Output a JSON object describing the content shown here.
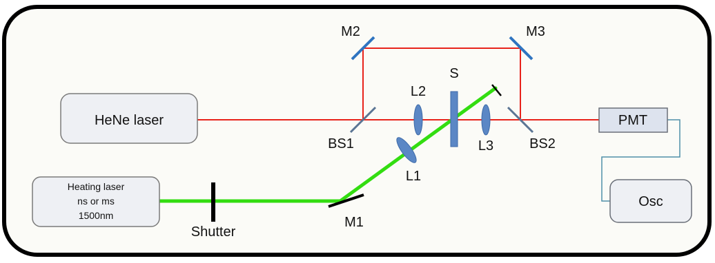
{
  "labels": {
    "hene": "HeNe laser",
    "heating_line1": "Heating laser",
    "heating_line2": "ns or ms",
    "heating_line3": "1500nm",
    "shutter": "Shutter",
    "m1": "M1",
    "m2": "M2",
    "m3": "M3",
    "bs1": "BS1",
    "bs2": "BS2",
    "l1": "L1",
    "l2": "L2",
    "l3": "L3",
    "s": "S",
    "pmt": "PMT",
    "osc": "Osc"
  },
  "colors": {
    "probe_beam": "#e8221a",
    "heating_beam": "#33dd11",
    "optic_blue": "#5b87c5",
    "box_fill": "#eef0f4",
    "pmt_fill": "#dde3ee",
    "frame": "#000000"
  }
}
